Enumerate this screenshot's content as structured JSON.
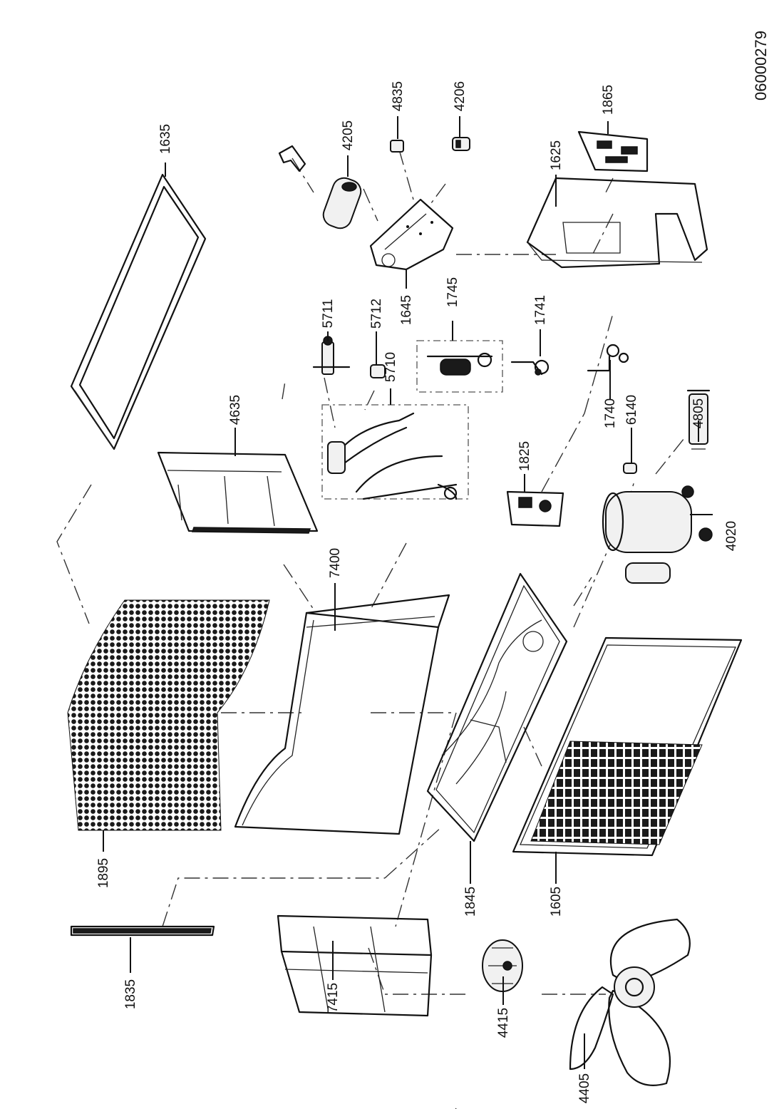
{
  "document_id": "06000279",
  "parts": {
    "p1635": "1635",
    "p4205": "4205",
    "p4835": "4835",
    "p4206": "4206",
    "p1865": "1865",
    "p1625": "1625",
    "p1645": "1645",
    "p5711": "5711",
    "p5712": "5712",
    "p5710": "5710",
    "p1745": "1745",
    "p1741": "1741",
    "p4635": "4635",
    "p1825": "1825",
    "p6140": "6140",
    "p1740": "1740",
    "p4805": "4805",
    "p4020": "4020",
    "p7400": "7400",
    "p1895": "1895",
    "p1845": "1845",
    "p1605": "1605",
    "p1835": "1835",
    "p7415": "7415",
    "p4415": "4415",
    "p4405": "4405"
  }
}
